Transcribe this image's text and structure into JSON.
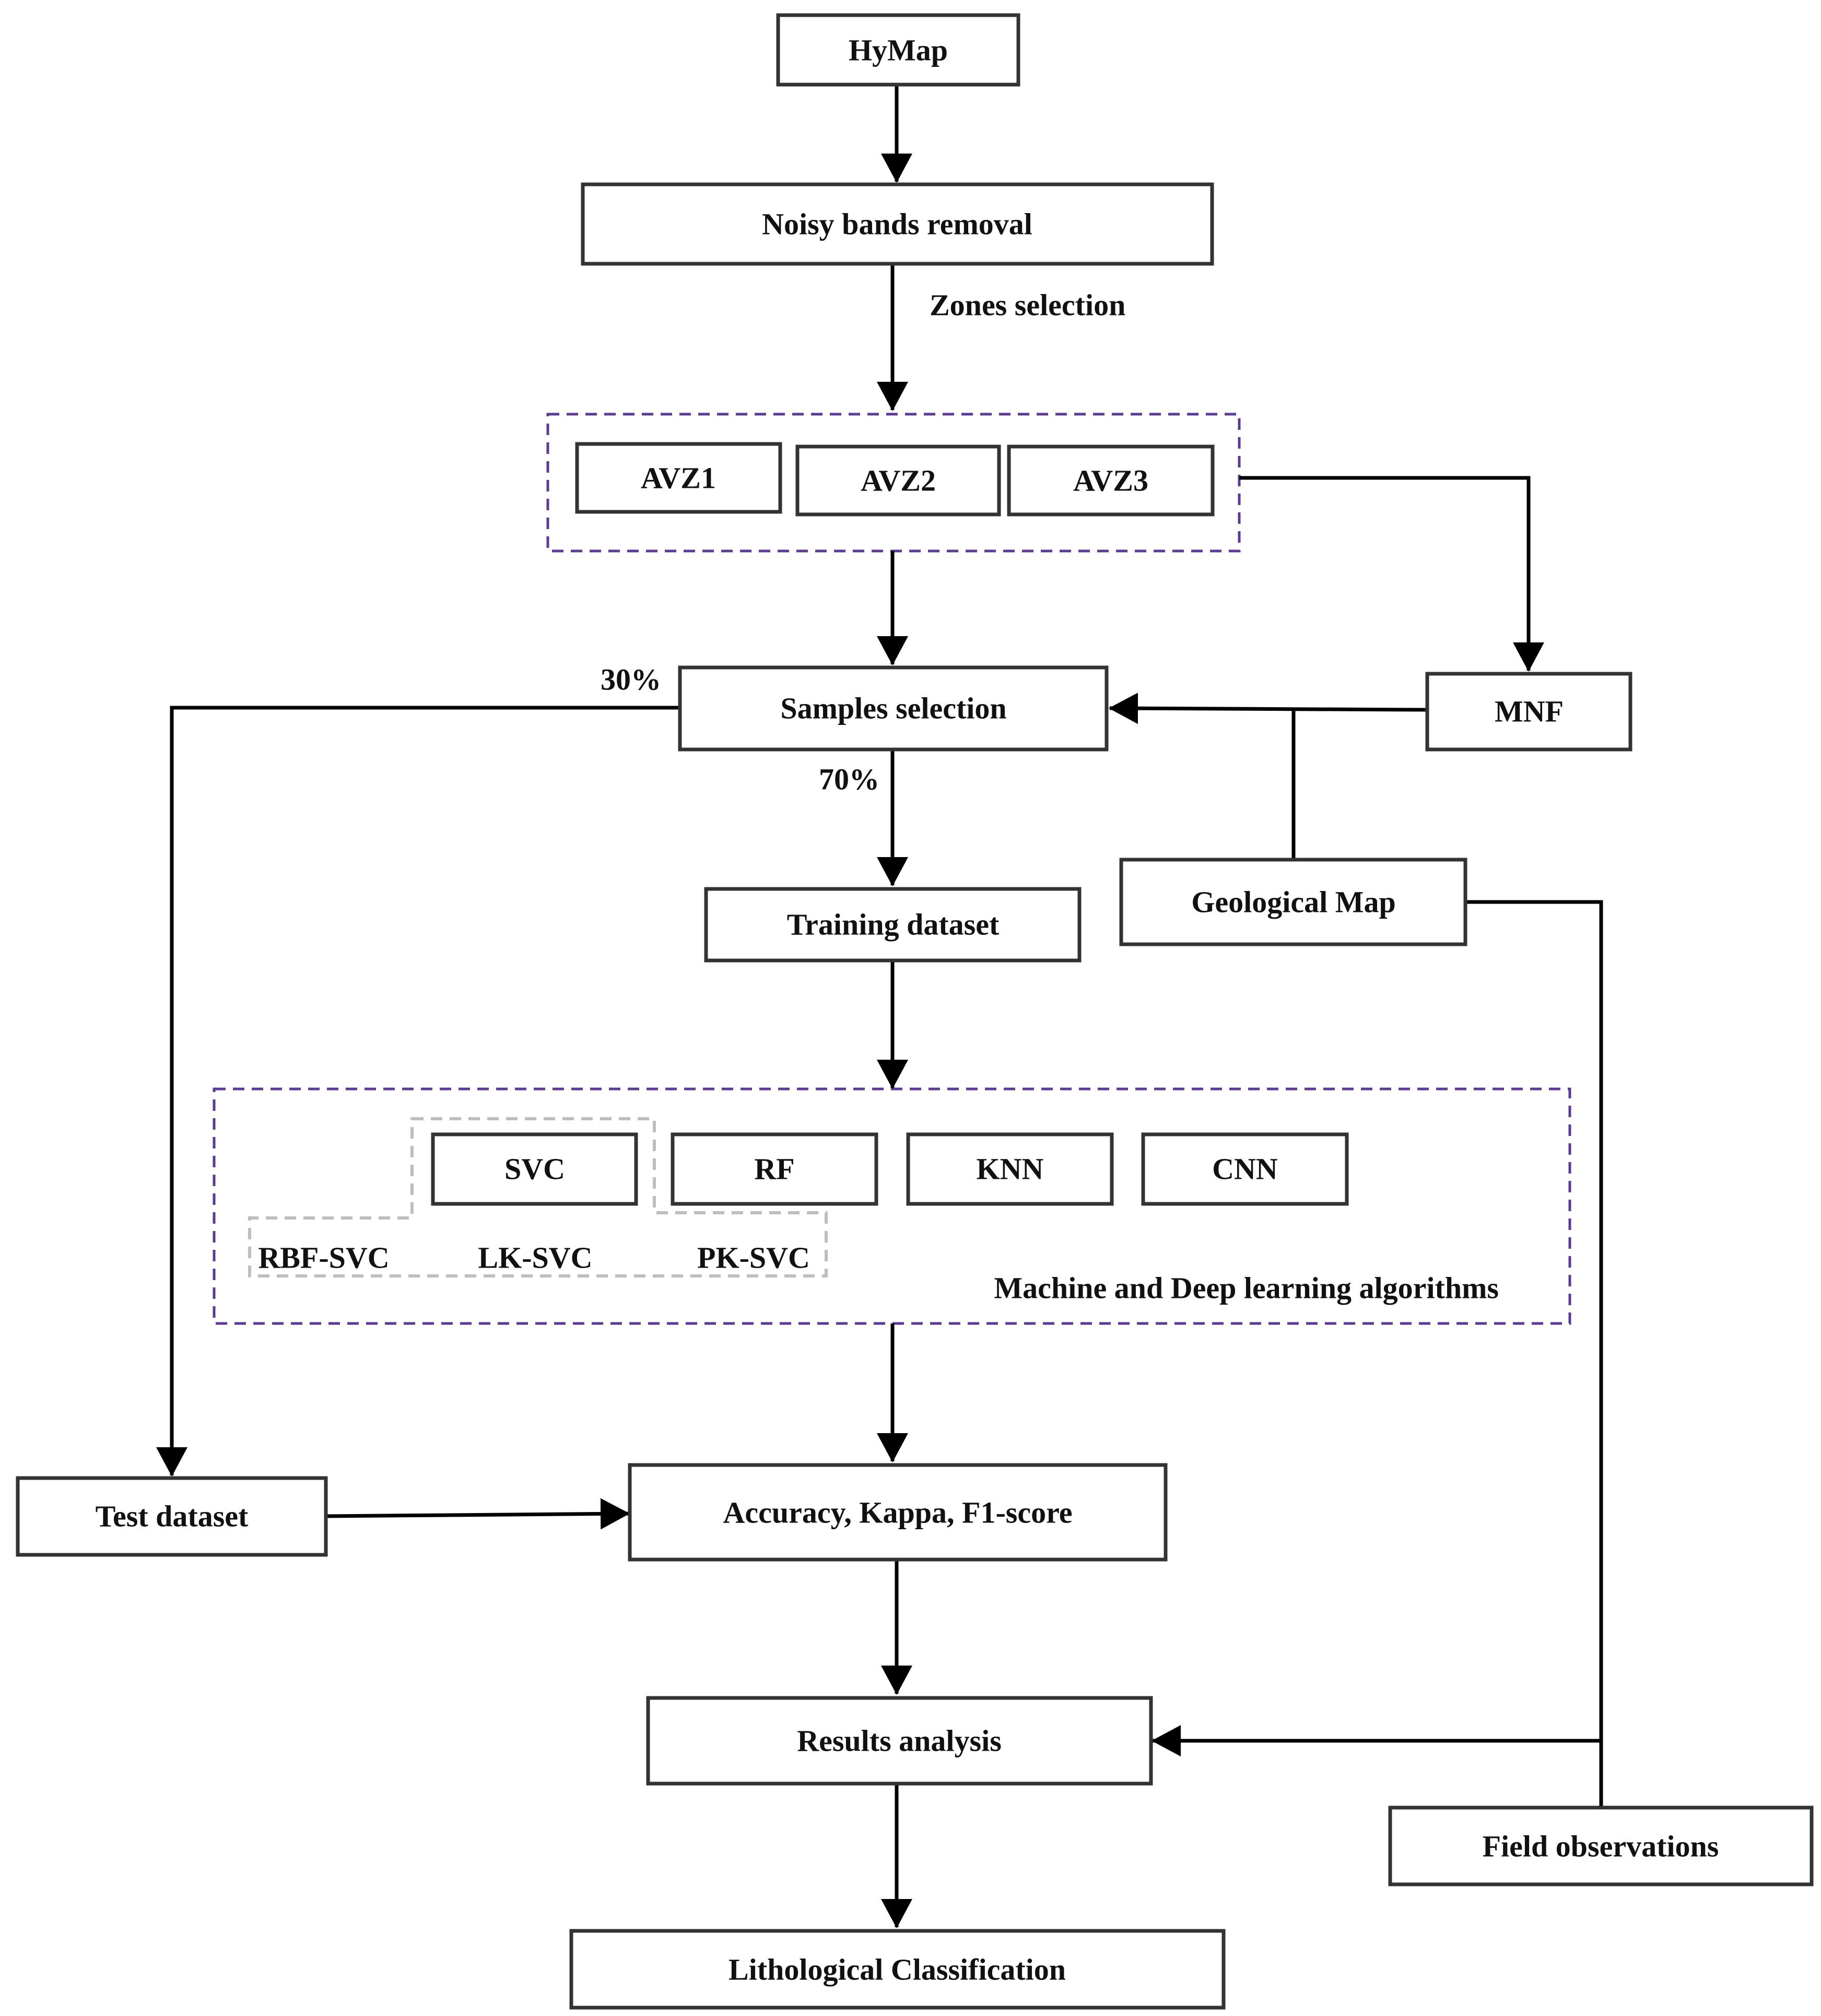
{
  "nodes": {
    "hymap": "HyMap",
    "noisy_bands_removal": "Noisy bands removal",
    "avz1": "AVZ1",
    "avz2": "AVZ2",
    "avz3": "AVZ3",
    "samples_selection": "Samples selection",
    "mnf": "MNF",
    "training_dataset": "Training dataset",
    "geological_map": "Geological Map",
    "svc": "SVC",
    "rf": "RF",
    "knn": "KNN",
    "cnn": "CNN",
    "test_dataset": "Test dataset",
    "metrics": "Accuracy, Kappa, F1-score",
    "results_analysis": "Results analysis",
    "field_observations": "Field observations",
    "lithological_classification": "Lithological Classification"
  },
  "labels": {
    "zones_selection": "Zones selection",
    "test_split": "30%",
    "train_split": "70%",
    "rbf_svc": "RBF-SVC",
    "lk_svc": "LK-SVC",
    "pk_svc": "PK-SVC",
    "ml_group": "Machine and Deep learning algorithms"
  },
  "colors": {
    "group_border": "#5b3a97",
    "svc_variants_border": "#bdbdbd",
    "box_border": "#333333",
    "arrows": "#000000"
  }
}
